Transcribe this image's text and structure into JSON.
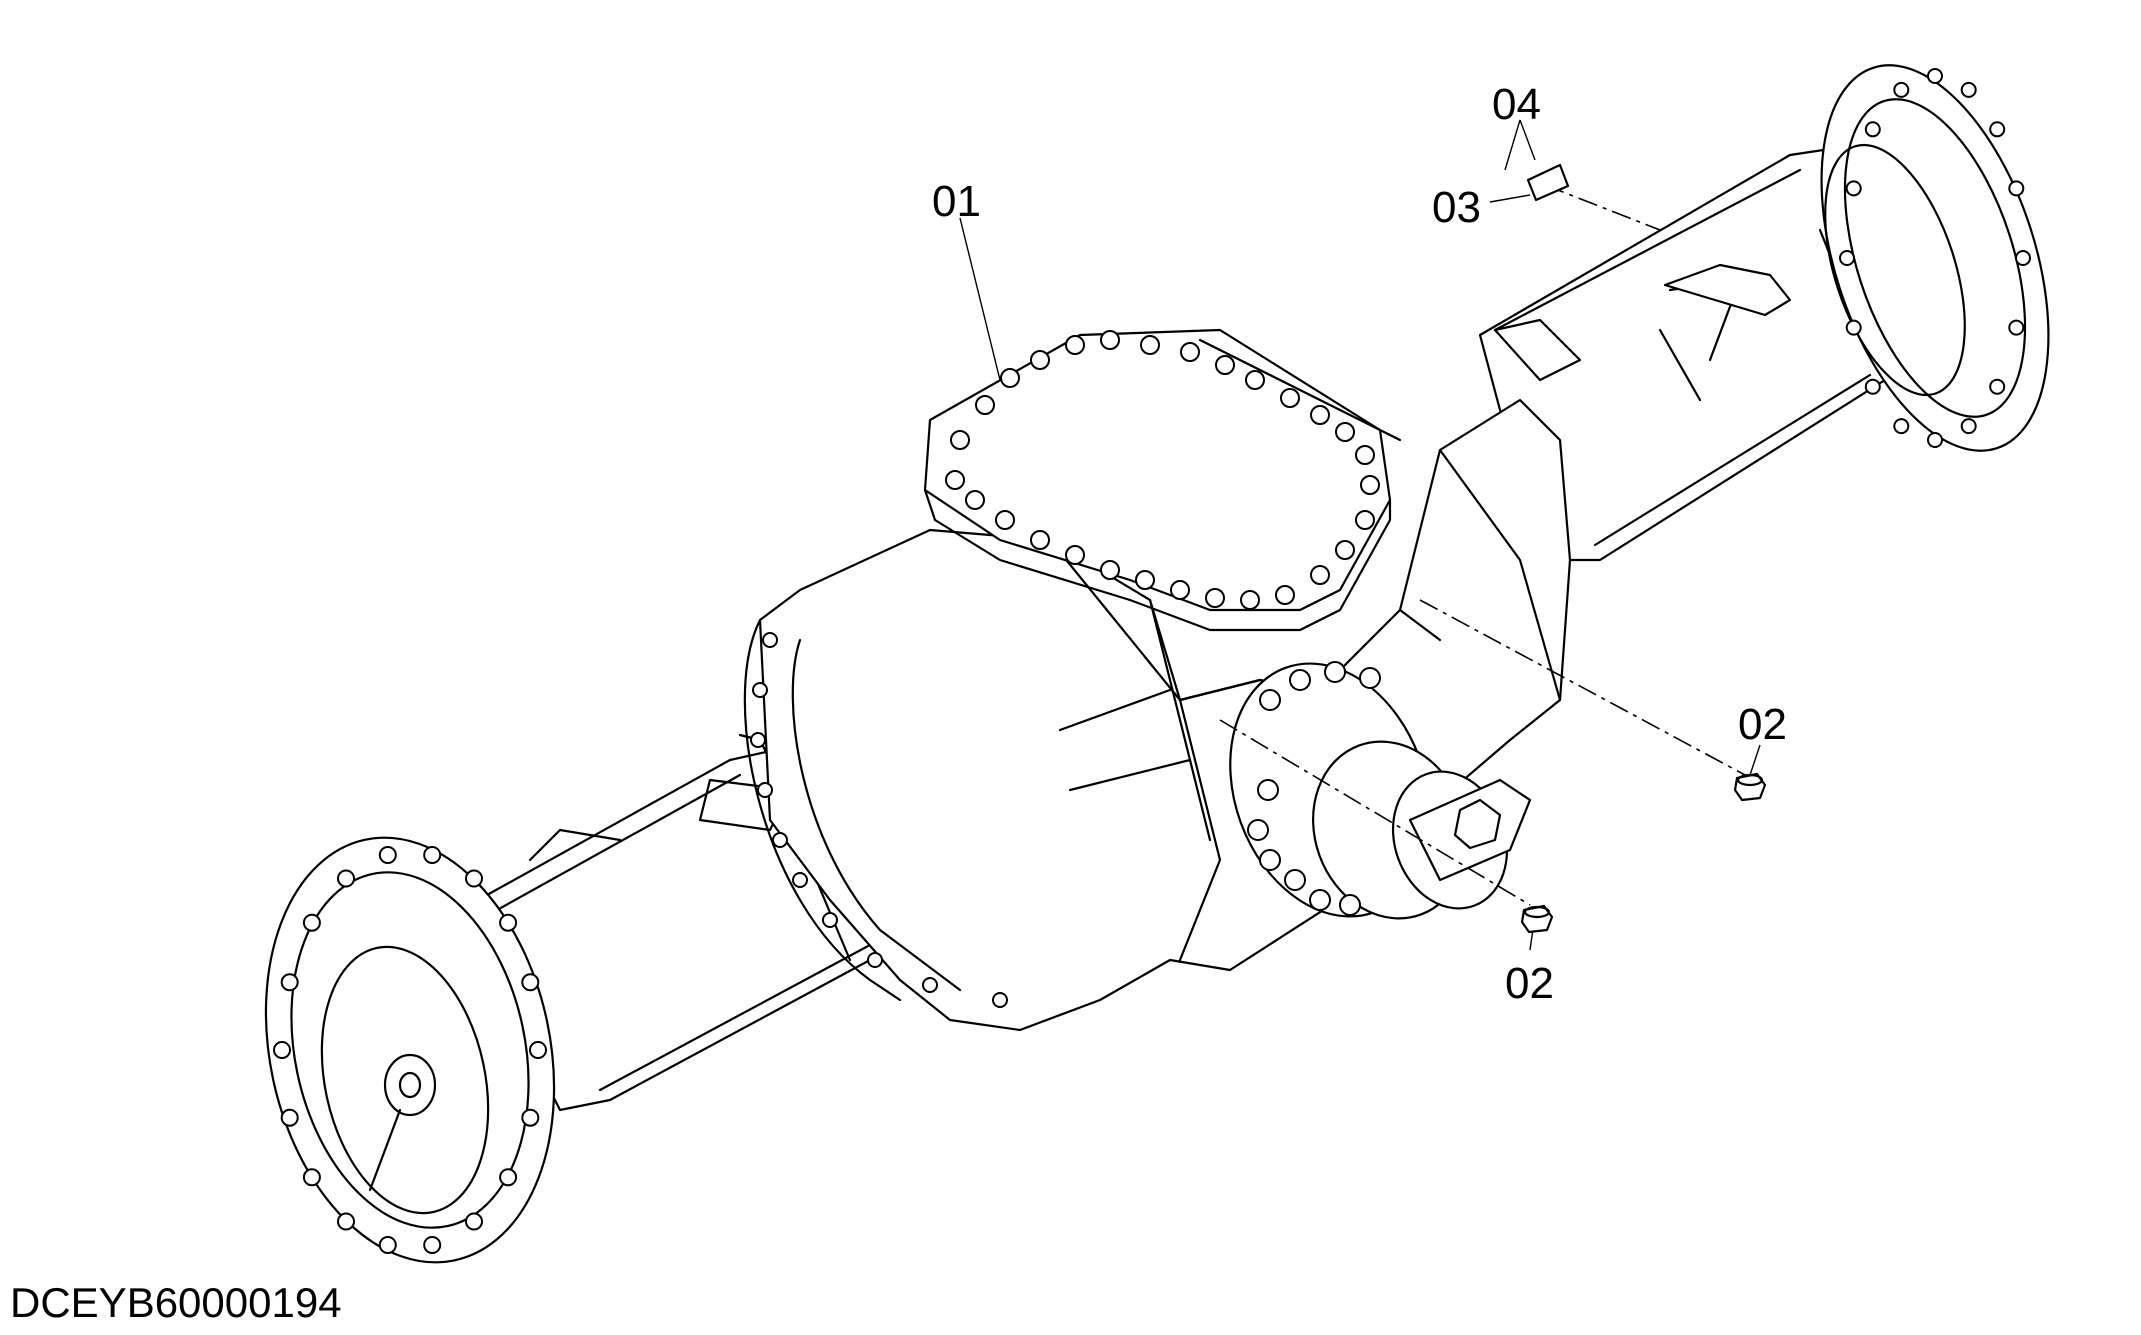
{
  "drawing": {
    "code": "DCEYB60000194",
    "subject": "axle assembly exploded view"
  },
  "callouts": [
    {
      "id": "01"
    },
    {
      "id": "02"
    },
    {
      "id": "02"
    },
    {
      "id": "03"
    },
    {
      "id": "04"
    }
  ],
  "icons": {
    "axle": "axle-assembly-drawing"
  }
}
